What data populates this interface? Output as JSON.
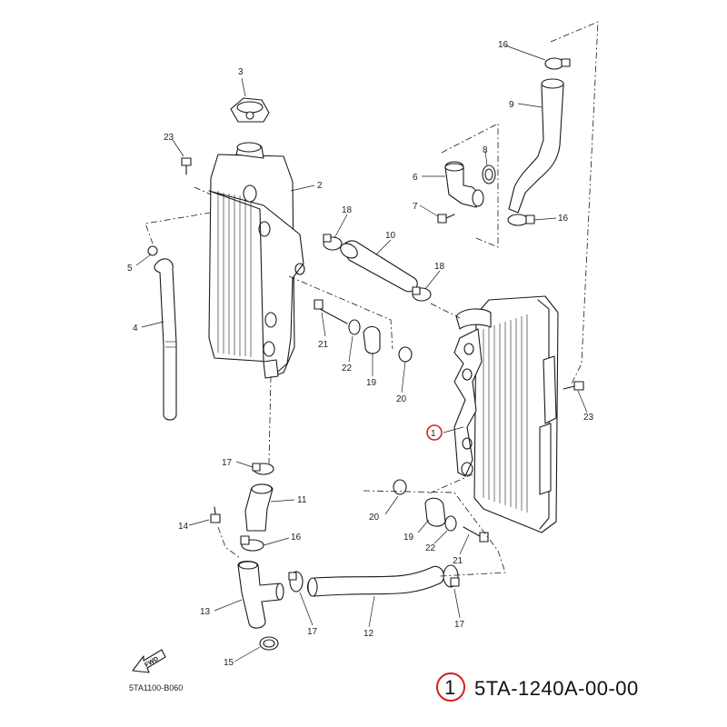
{
  "diagram": {
    "callouts": {
      "c1": "1",
      "c2": "2",
      "c3": "3",
      "c4": "4",
      "c5": "5",
      "c6": "6",
      "c7": "7",
      "c8": "8",
      "c9": "9",
      "c10": "10",
      "c11": "11",
      "c12": "12",
      "c13": "13",
      "c14": "14",
      "c15": "15",
      "c16a": "16",
      "c16b": "16",
      "c16c": "16",
      "c17a": "17",
      "c17b": "17",
      "c17c": "17",
      "c18a": "18",
      "c18b": "18",
      "c19a": "19",
      "c19b": "19",
      "c20a": "20",
      "c20b": "20",
      "c21a": "21",
      "c21b": "21",
      "c22a": "22",
      "c22b": "22",
      "c23a": "23",
      "c23b": "23"
    },
    "fwd_label": "FWD",
    "drawing_ref": "5TA1100-B060",
    "highlight_callout": "1",
    "accent_color": "#d42020"
  },
  "part": {
    "index": "1",
    "number": "5TA-1240A-00-00"
  }
}
